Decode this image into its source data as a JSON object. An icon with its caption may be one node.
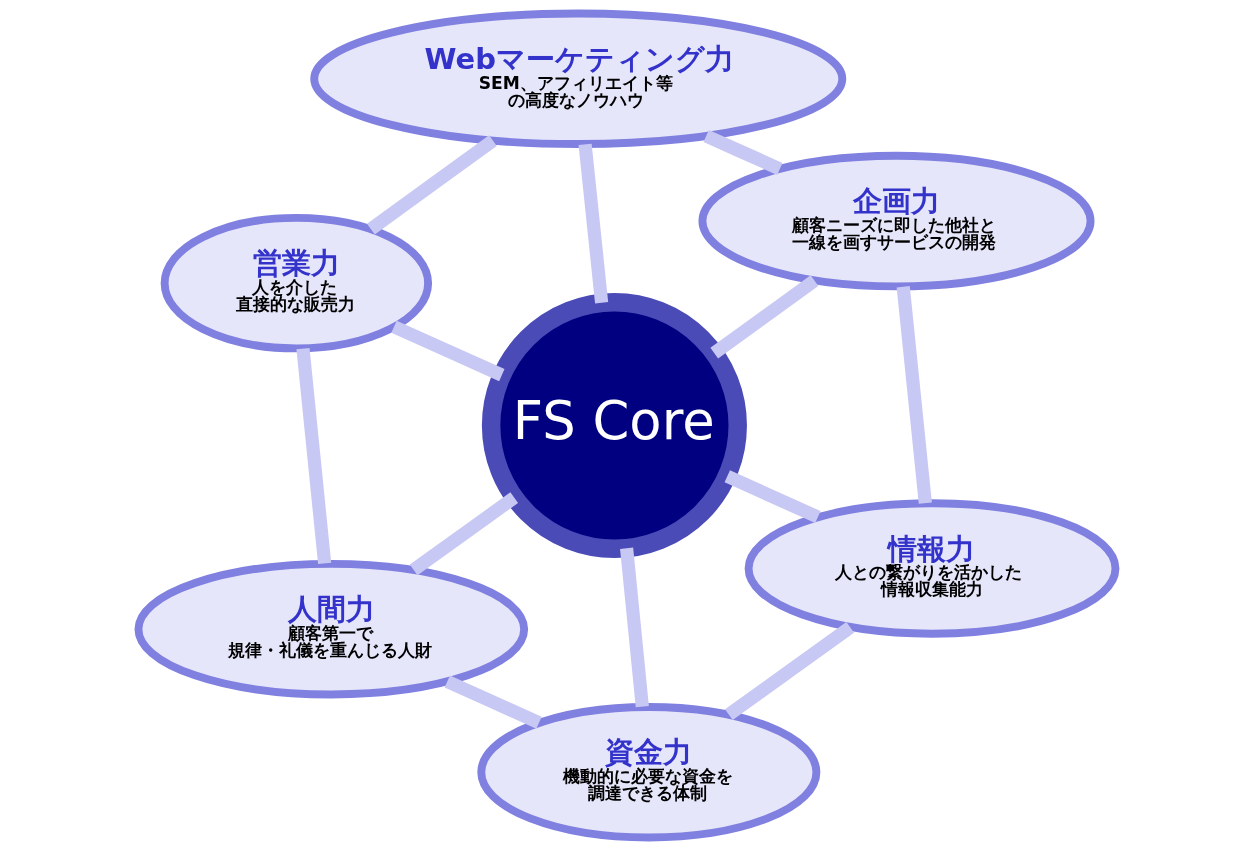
{
  "diagram": {
    "nodes": [
      {
        "text": [
          "Webマーケティング力",
          "SEM、アフィリエイト等の高度なノウハウ"
        ]
      },
      {
        "text": [
          "企画力",
          "顧客ニーズに即した他社と一線を画すサービスの開発"
        ]
      },
      {
        "text": [
          "営業力",
          "人を介した直接的な販売力"
        ]
      },
      {
        "text": [
          "FS Core"
        ]
      },
      {
        "text": [
          "情報力",
          "人との繋がりを活かした情報収集能力"
        ]
      },
      {
        "text": [
          "人間力",
          "顧客第一で規律・礼儀を重んじる人財"
        ]
      },
      {
        "text": [
          "資金力",
          "機動的に必要な資金を調達できる体制"
        ]
      }
    ],
    "edges": [
      {
        "from": 3,
        "to": 0,
        "arrow": "none"
      },
      {
        "from": 3,
        "to": 2,
        "arrow": "none"
      },
      {
        "from": 3,
        "to": 5,
        "arrow": "none"
      },
      {
        "from": 3,
        "to": 6,
        "arrow": "none"
      },
      {
        "from": 3,
        "to": 4,
        "arrow": "none"
      },
      {
        "from": 3,
        "to": 1,
        "arrow": "none"
      },
      {
        "from": 0,
        "to": 2,
        "arrow": "none"
      },
      {
        "from": 2,
        "to": 5,
        "arrow": "none"
      },
      {
        "from": 5,
        "to": 6,
        "arrow": "none"
      },
      {
        "from": 6,
        "to": 4,
        "arrow": "none"
      },
      {
        "from": 4,
        "to": 1,
        "arrow": "none"
      },
      {
        "from": 1,
        "to": 0,
        "arrow": "none"
      }
    ]
  }
}
